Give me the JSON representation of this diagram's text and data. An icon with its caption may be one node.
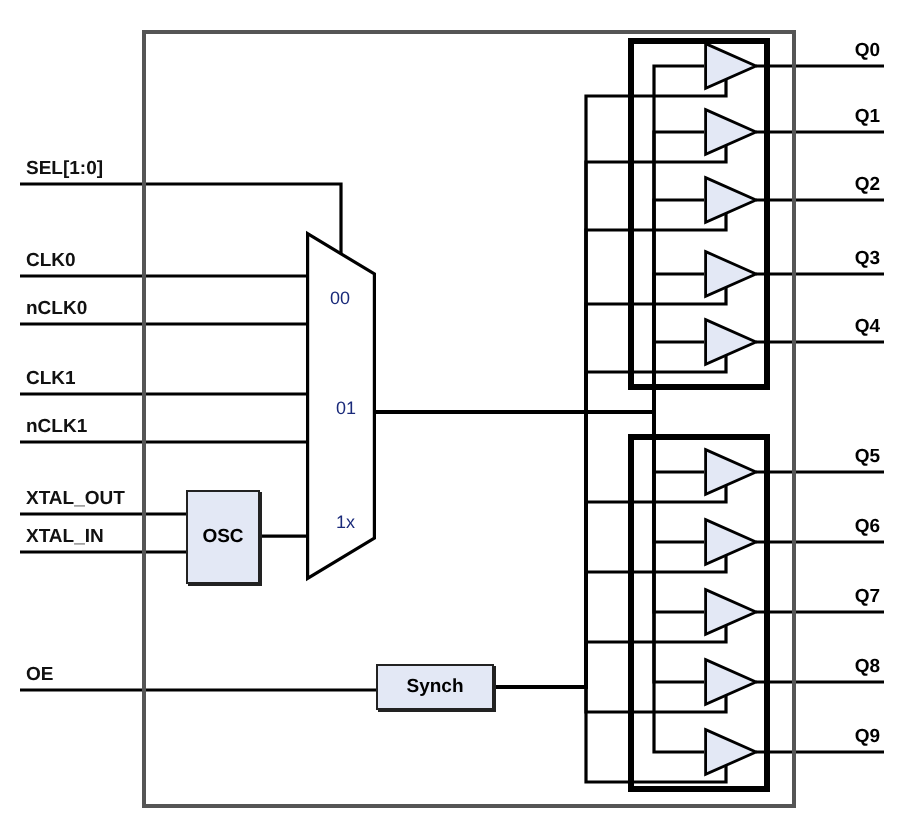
{
  "diagram": {
    "nodes": [
      {
        "text": [],
        "shape": "box"
      },
      {
        "text": [
          "SEL[1:0]"
        ]
      },
      {
        "text": [
          "CLK0"
        ]
      },
      {
        "text": [
          "nCLK0"
        ]
      },
      {
        "text": [
          "CLK1"
        ]
      },
      {
        "text": [
          "nCLK1"
        ]
      },
      {
        "text": [
          "XTAL_OUT"
        ]
      },
      {
        "text": [
          "XTAL_IN"
        ]
      },
      {
        "text": [
          "OE"
        ]
      },
      {
        "text": [
          "00",
          "01",
          "1x"
        ],
        "in": 0
      },
      {
        "text": [
          "OSC"
        ],
        "in": 0
      },
      {
        "text": [
          "Synch"
        ],
        "in": 0
      },
      {
        "text": [],
        "shape": "box",
        "in": 0
      },
      {
        "text": [],
        "shape": "triangle",
        "in": 12
      },
      {
        "text": [],
        "shape": "triangle",
        "in": 12
      },
      {
        "text": [],
        "shape": "triangle",
        "in": 12
      },
      {
        "text": [],
        "shape": "triangle",
        "in": 12
      },
      {
        "text": [],
        "shape": "triangle",
        "in": 12
      },
      {
        "text": [],
        "shape": "box",
        "in": 0
      },
      {
        "text": [],
        "shape": "triangle",
        "in": 18
      },
      {
        "text": [],
        "shape": "triangle",
        "in": 18
      },
      {
        "text": [],
        "shape": "triangle",
        "in": 18
      },
      {
        "text": [],
        "shape": "triangle",
        "in": 18
      },
      {
        "text": [],
        "shape": "triangle",
        "in": 18
      },
      {
        "text": [
          "Q0"
        ]
      },
      {
        "text": [
          "Q1"
        ]
      },
      {
        "text": [
          "Q2"
        ]
      },
      {
        "text": [
          "Q3"
        ]
      },
      {
        "text": [
          "Q4"
        ]
      },
      {
        "text": [
          "Q5"
        ]
      },
      {
        "text": [
          "Q6"
        ]
      },
      {
        "text": [
          "Q7"
        ]
      },
      {
        "text": [
          "Q8"
        ]
      },
      {
        "text": [
          "Q9"
        ]
      }
    ],
    "edges": [
      {
        "from": 1,
        "to": 9,
        "arrow": "none"
      },
      {
        "from": 2,
        "to": 9,
        "arrow": "none"
      },
      {
        "from": 3,
        "to": 9,
        "arrow": "none"
      },
      {
        "from": 4,
        "to": 9,
        "arrow": "none"
      },
      {
        "from": 5,
        "to": 9,
        "arrow": "none"
      },
      {
        "from": 6,
        "to": 10,
        "arrow": "none"
      },
      {
        "from": 7,
        "to": 10,
        "arrow": "none"
      },
      {
        "from": 10,
        "to": 9,
        "arrow": "none"
      },
      {
        "from": 8,
        "to": 11,
        "arrow": "none"
      },
      {
        "from": 9,
        "to": 13,
        "arrow": "none"
      },
      {
        "from": 9,
        "to": 14,
        "arrow": "none"
      },
      {
        "from": 9,
        "to": 15,
        "arrow": "none"
      },
      {
        "from": 9,
        "to": 16,
        "arrow": "none"
      },
      {
        "from": 9,
        "to": 17,
        "arrow": "none"
      },
      {
        "from": 9,
        "to": 19,
        "arrow": "none"
      },
      {
        "from": 9,
        "to": 20,
        "arrow": "none"
      },
      {
        "from": 9,
        "to": 21,
        "arrow": "none"
      },
      {
        "from": 9,
        "to": 22,
        "arrow": "none"
      },
      {
        "from": 9,
        "to": 23,
        "arrow": "none"
      },
      {
        "from": 11,
        "to": 13,
        "arrow": "none"
      },
      {
        "from": 11,
        "to": 14,
        "arrow": "none"
      },
      {
        "from": 11,
        "to": 15,
        "arrow": "none"
      },
      {
        "from": 11,
        "to": 16,
        "arrow": "none"
      },
      {
        "from": 11,
        "to": 17,
        "arrow": "none"
      },
      {
        "from": 11,
        "to": 19,
        "arrow": "none"
      },
      {
        "from": 11,
        "to": 20,
        "arrow": "none"
      },
      {
        "from": 11,
        "to": 21,
        "arrow": "none"
      },
      {
        "from": 11,
        "to": 22,
        "arrow": "none"
      },
      {
        "from": 11,
        "to": 23,
        "arrow": "none"
      },
      {
        "from": 13,
        "to": 24,
        "arrow": "none"
      },
      {
        "from": 14,
        "to": 25,
        "arrow": "none"
      },
      {
        "from": 15,
        "to": 26,
        "arrow": "none"
      },
      {
        "from": 16,
        "to": 27,
        "arrow": "none"
      },
      {
        "from": 17,
        "to": 28,
        "arrow": "none"
      },
      {
        "from": 19,
        "to": 29,
        "arrow": "none"
      },
      {
        "from": 20,
        "to": 30,
        "arrow": "none"
      },
      {
        "from": 21,
        "to": 31,
        "arrow": "none"
      },
      {
        "from": 22,
        "to": 32,
        "arrow": "none"
      },
      {
        "from": 23,
        "to": 33,
        "arrow": "none"
      }
    ]
  }
}
